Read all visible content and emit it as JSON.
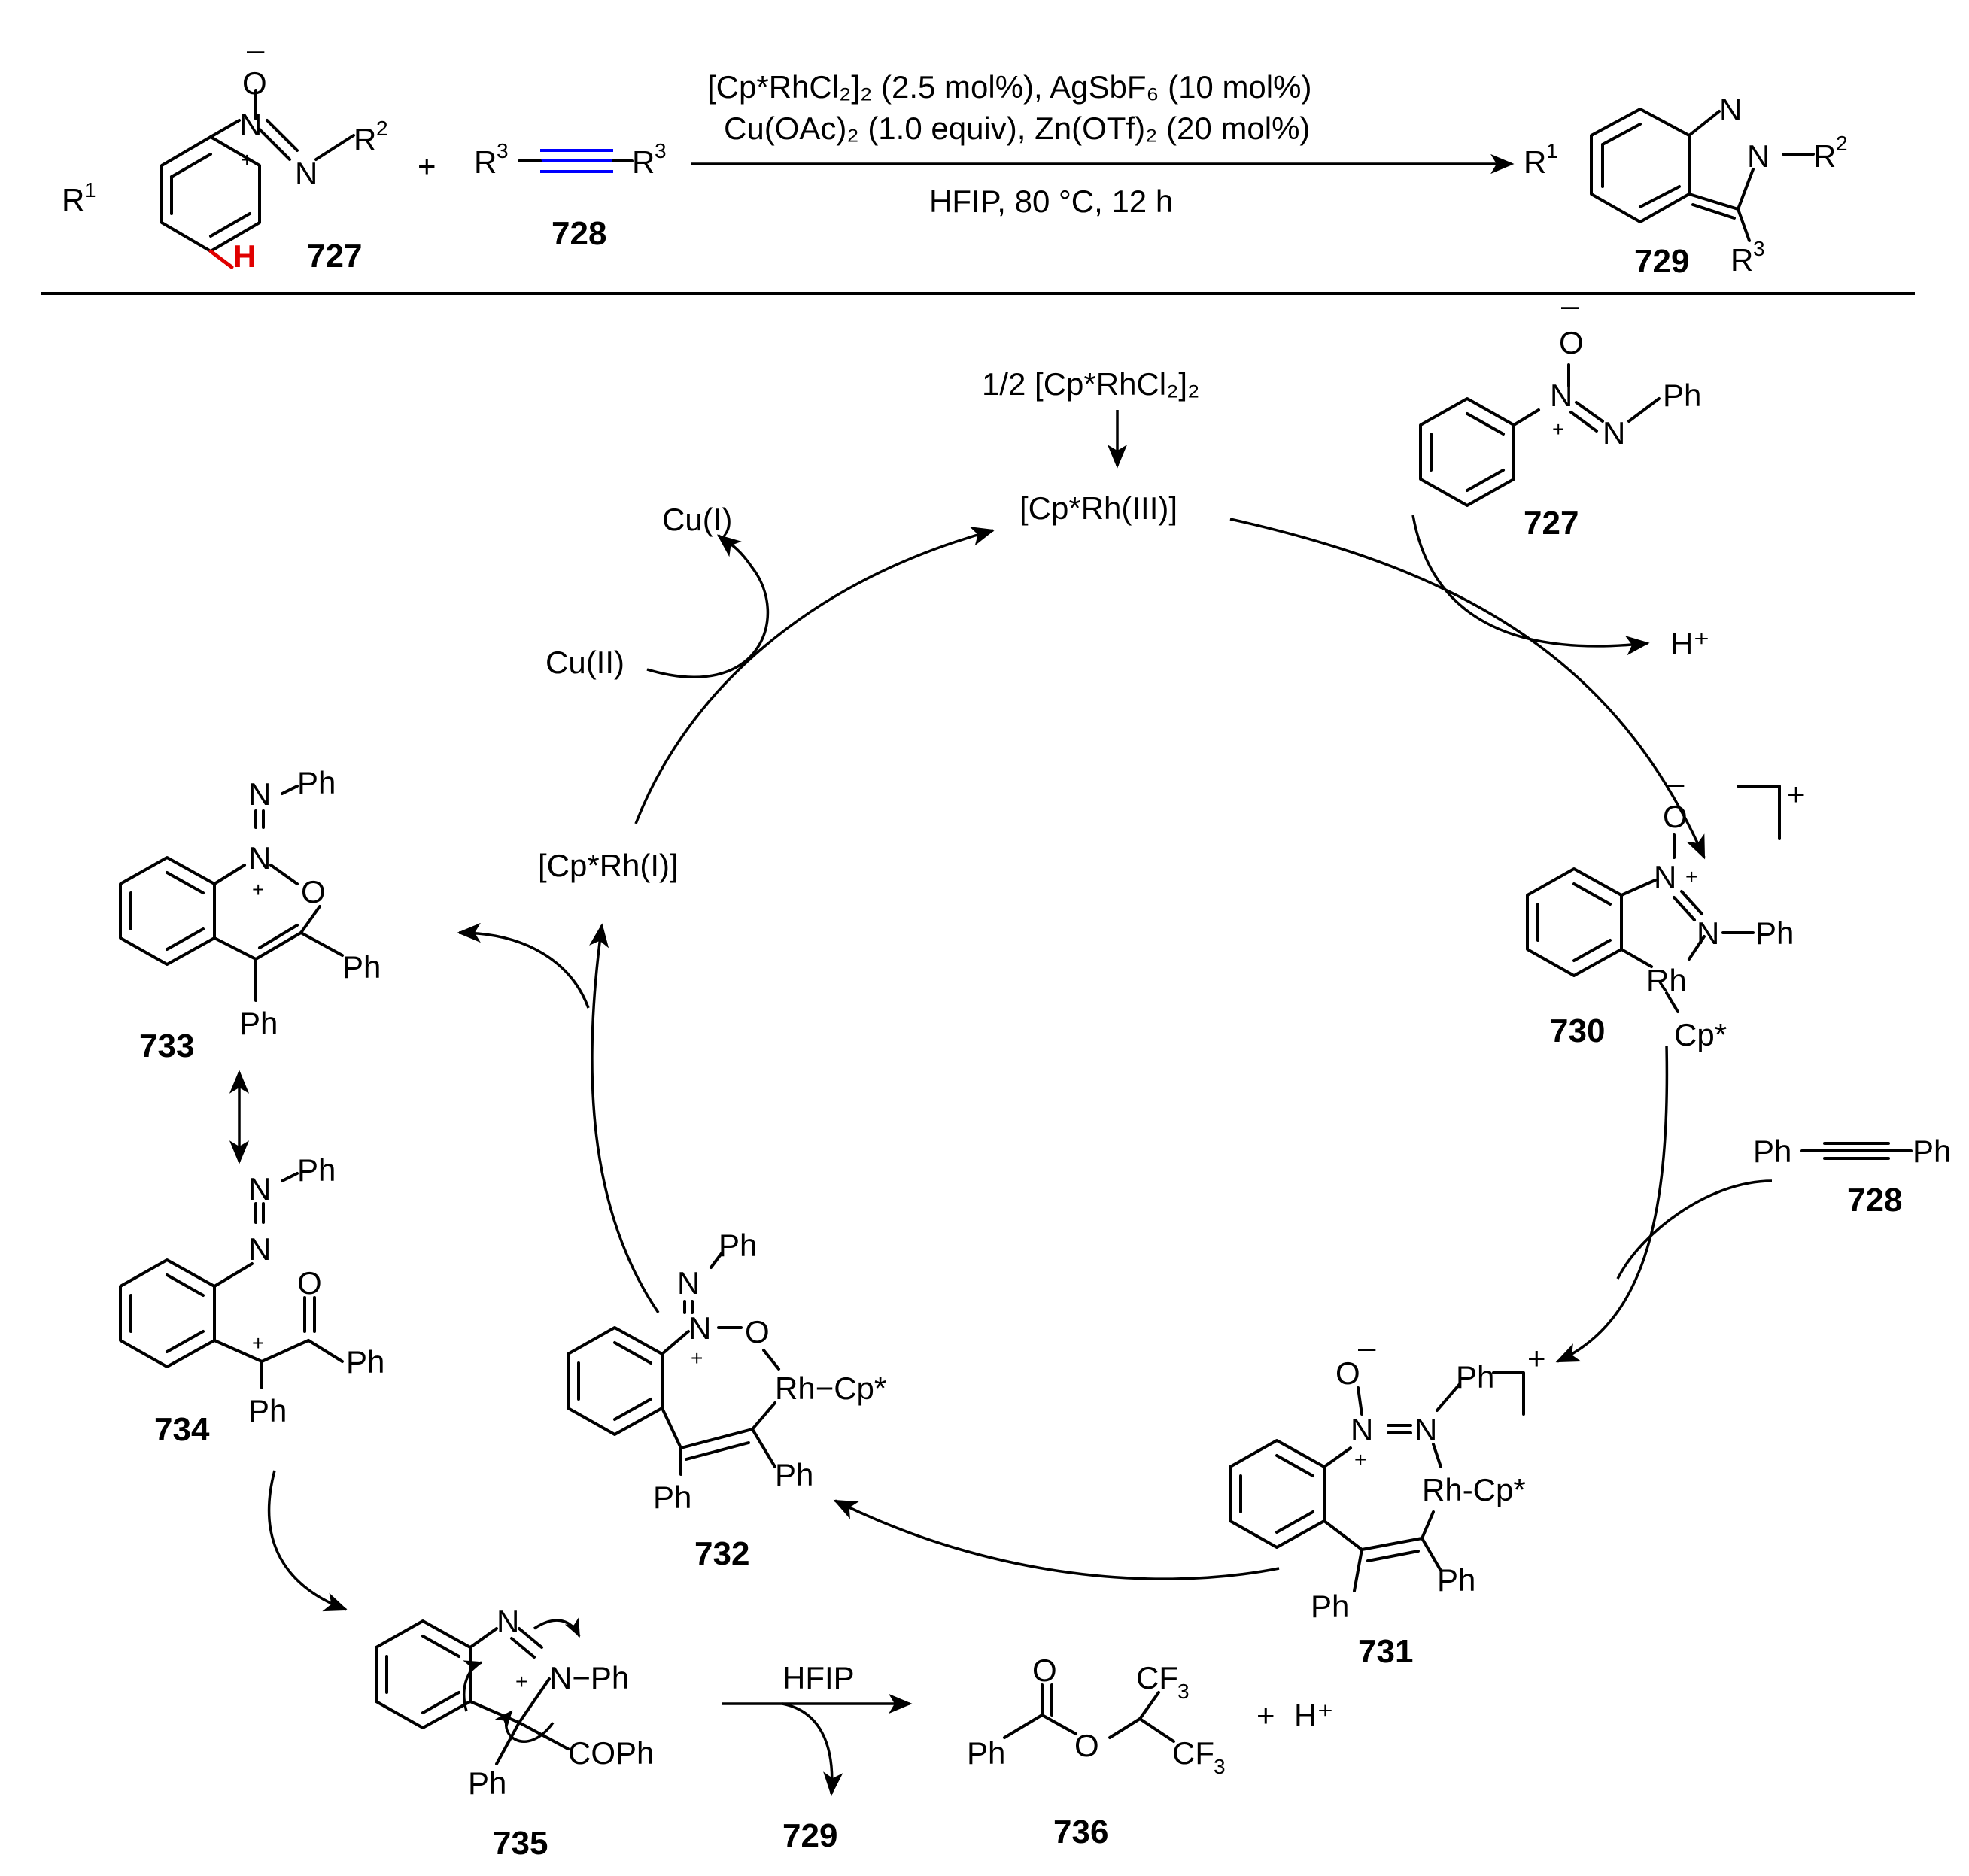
{
  "reaction": {
    "conditions_line1": "[Cp*RhCl₂]₂ (2.5 mol%), AgSbF₆ (10 mol%)",
    "conditions_line2": "Cu(OAc)₂ (1.0 equiv), Zn(OTf)₂ (20 mol%)",
    "conditions_line3": "HFIP, 80 °C, 12 h",
    "plus": "+",
    "reactant1": {
      "number": "727",
      "r1": "R",
      "r1_sup": "1",
      "r2": "R",
      "r2_sup": "2",
      "o": "O",
      "n1": "N",
      "n2": "N",
      "h": "H",
      "minus": "–",
      "plus": "+"
    },
    "reactant2": {
      "number": "728",
      "r3": "R",
      "r3_sup": "3"
    },
    "product": {
      "number": "729",
      "r1": "R",
      "r1_sup": "1",
      "r2": "R",
      "r2_sup": "2",
      "r3": "R",
      "r3_sup": "3",
      "n1": "N",
      "n2": "N"
    }
  },
  "cycle": {
    "precatalyst": "1/2 [Cp*RhCl₂]₂",
    "catalyst": "[Cp*Rh(III)]",
    "reduced": "[Cp*Rh(I)]",
    "cu1": "Cu(I)",
    "cu2": "Cu(II)",
    "proton": "H⁺",
    "sub727": {
      "number": "727",
      "ph": "Ph",
      "o": "O",
      "n1": "N",
      "n2": "N",
      "minus": "–",
      "plus": "+"
    },
    "int730": {
      "number": "730",
      "o": "O",
      "n1": "N",
      "n2": "N",
      "ph": "Ph",
      "rh": "Rh",
      "cp": "Cp*",
      "charge": "+",
      "minus": "–",
      "plus": "+"
    },
    "alkyne728": {
      "number": "728",
      "ph_left": "Ph",
      "ph_right": "Ph"
    },
    "int731": {
      "number": "731",
      "o": "O",
      "n1": "N",
      "n2": "N",
      "ph_n": "Ph",
      "rh": "Rh-Cp*",
      "ph1": "Ph",
      "ph2": "Ph",
      "charge": "+",
      "minus": "–",
      "plus": "+"
    },
    "int732": {
      "number": "732",
      "ph_n": "Ph",
      "n1": "N",
      "n2": "N",
      "o": "O",
      "rh": "Rh−Cp*",
      "ph1": "Ph",
      "ph2": "Ph",
      "plus": "+"
    },
    "int733": {
      "number": "733",
      "ph_n": "Ph",
      "n1": "N",
      "n2": "N",
      "o": "O",
      "ph1": "Ph",
      "ph2": "Ph",
      "plus": "+"
    },
    "int734": {
      "number": "734",
      "ph_n": "Ph",
      "n1": "N",
      "n2": "N",
      "o": "O",
      "ph1": "Ph",
      "ph2": "Ph",
      "plus": "+"
    },
    "int735": {
      "number": "735",
      "n1": "N",
      "n2": "N",
      "nph": "N−Ph",
      "ph": "Ph",
      "coph": "COPh",
      "plus": "+"
    },
    "step_reagent": "HFIP",
    "prod729": "729",
    "byproduct736": {
      "number": "736",
      "o1": "O",
      "o2": "O",
      "ph": "Ph",
      "cf3": "CF",
      "cf3_sub": "3",
      "plus": "+",
      "h": "H⁺"
    }
  }
}
